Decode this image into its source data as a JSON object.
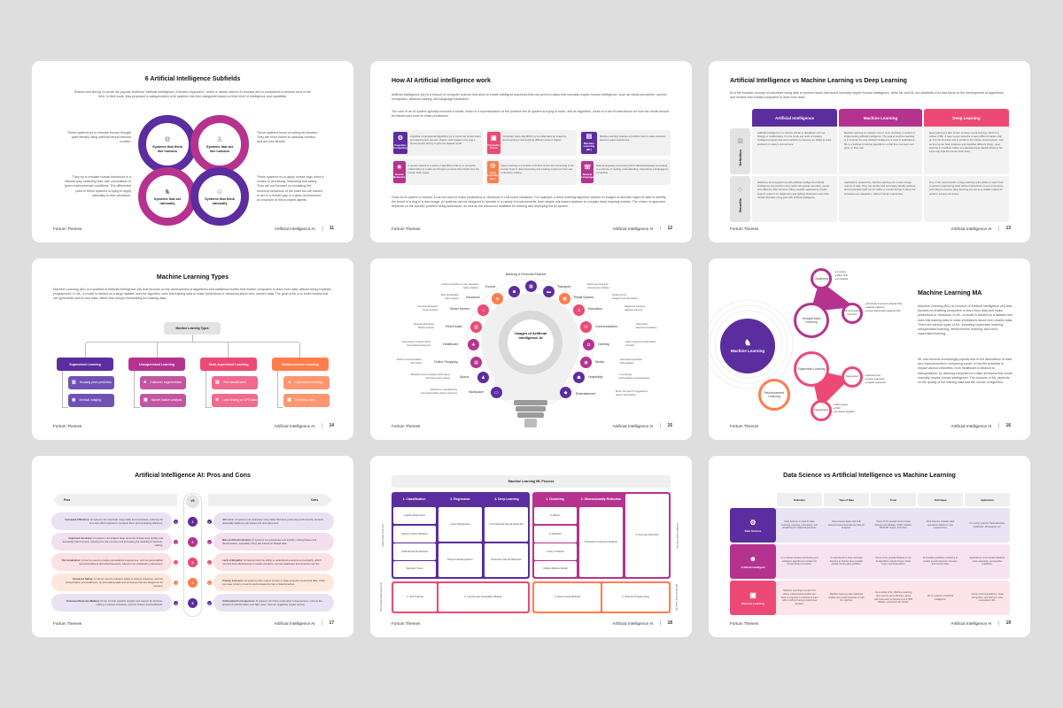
{
  "brand": "Fortum Themes",
  "deck_name": "Artificial Intelligence AI",
  "colors": {
    "purple": "#5b2d9e",
    "magenta": "#b5338f",
    "pink": "#ec4a74",
    "orange": "#ff7d4d",
    "background": "#dedede"
  },
  "slides": [
    {
      "page": "11",
      "title": "6 Artificial Intelligence Subfields",
      "intro": "Russell and Norvig co-wrote the popular textbook \"Artificial Intelligence: A Modern Approach,\" which is widely used in AI courses and is considered a seminal work in the field. In their book, they proposed a categorization of AI systems into four categories based on their level of intelligence and capability:",
      "quadrants": [
        {
          "label": "Systems that think like humans",
          "icon": "brain-icon",
          "desc": "These systems try to emulate human thought quite literally using artificial neural network models."
        },
        {
          "label": "Systems that act like humans",
          "icon": "person-icon",
          "desc": "These systems focus on acting as humans; They are more linked to classical robotics and are less flexible."
        },
        {
          "label": "Systems that act rationally",
          "icon": "robot-walk-icon",
          "desc": "They try to emulate human behaviour in a rational way, obtaining their own conclusions to given environmental conditions. The differential point in these systems is trying to apply rationality to their decisions."
        },
        {
          "label": "Systems that think rationally",
          "icon": "head-gear-icon",
          "desc": "These systems try to apply human logic when it comes to perceiving, reasoning and acting. They are not focused on emulating the neuronal behaviour of the brain but are trained to act in a human way in a given environment. An example of this is expert agents."
        }
      ]
    },
    {
      "page": "12",
      "title": "How AI Artificial intelligence work",
      "para1": "Artificial Intelligence (AI) is a branch of computer science that aims to create intelligent machines that can perform tasks that normally require human intelligence, such as visual perception, speech recognition, decision-making, and language translation.",
      "para2": "The core of an AI system typically involves a model, which is a representation of the problem the AI system is trying to solve, and an algorithm, which is a set of instructions for how the model should be trained and used to make predictions.",
      "items": [
        {
          "label": "Cognitive Computing",
          "desc": "Cognitive computational algorithms try to mimic the human brain by analyzing text, speech, objects, and images in the way a human would, and try to give the desired result."
        },
        {
          "label": "Computer Vision",
          "desc": "Computer vision algorithms try to understand an image by decomposing it and studying different parts of objects."
        },
        {
          "label": "Machine Learning (ML)",
          "desc": "Machine learning teaches a machine how to make decisions based on past experiences."
        },
        {
          "label": "Neural Networks",
          "desc": "A neural network is a series of algorithms that try to recognize relationships in a data set through a process that mimics how the human brain works."
        },
        {
          "label": "Deep Learning (DL)",
          "desc": "Deep Learning is a function of AI that mimics the functioning of the human brain in data processing and creating models for their use in decision making"
        },
        {
          "label": "Natural Language",
          "desc": "Natural language processing (NLP) Natural language processing is a science of reading, understanding, interpreting a language by a machine"
        }
      ],
      "para3": "Once an AI system is trained, it can be used to make predictions or decisions in real-world situations. For example, a deep learning algorithm trained on images of animals might be able to identify the breed of a dog in a new image. AI systems can be designed to operate in a variety of environments, from simple rule-based systems to complex deep learning models. The choice of approach depends on the specific problem being addressed, as well as the resources available for training and deploying the AI system."
    },
    {
      "page": "13",
      "title": "Artificial Intelligence vs Machine Learning vs Deep Learning",
      "intro": "AI is the broader concept of machines being able to perform tasks that would normally require human intelligence, while ML and DL are subfields of AI that focus on the development of algorithms and models that enable computers to learn from data.",
      "columns": [
        "Artificial Intelligence",
        "Machine Learning",
        "Deep Learning"
      ],
      "rows": [
        {
          "label": "Definition",
          "cells": [
            "Artificial Intelligence is a science similar to disciplines such as biology or mathematics. It is the study and work of creating intelligent programmes and machines to improve our ability to solve problems in today's environment.",
            "Machine learning is a subset of AI or more precisely a method of implementing artificial intelligence. The goal of machine learning is to improve the way artificial intelligence is used in applications. ML is a method of training algorithms so that they can learn and grow on their own.",
            "Deep learning is also known as deep neural learning, which is a subset of ML. It uses neural networks to learn different factors that go into the structure and is similar to the human neural system. Just as the human brain analyses and classifies different things, deep learning in machines helps us understand and classify things in the same way that the human brain does."
          ]
        },
        {
          "label": "Benefits",
          "cells": [
            "Machines and programmes with artificial intelligence Artificial intelligence can perform many tasks with greater accuracy, speed and efficiency than humans. Other possible applications include support systems for diagnosing and fighting depression and other mental disorders using pets with artificial intelligence.",
            "Applications powered by machine learning can review a large volume of data. They can quickly and accurately identify patterns and trends that might not be visible to human beings. It allows for instantaneous adaptation, without human intervention.",
            "One of the main benefits of deep learning is the ability to teach how to perform engineering feats without instructions or even prompting. According to experts, deep learning can act as a reliable engine for problem solving and action."
          ]
        }
      ]
    },
    {
      "page": "14",
      "title": "Machine Learning Types",
      "intro": "Machine Learning (ML) is a subfield of Artificial Intelligence (AI) that focuses on the development of algorithms and statistical models that enable computers to learn from data, without being explicitly programmed. In ML, a model is trained on a large dataset, and the algorithm uses this training data to make predictions or decisions about new, unseen data. The goal of ML is to build models that can generalize well to new data, rather than simply memorizing the training data.",
      "root": "Machine Learning Types",
      "types": [
        {
          "label": "Supervised Learning",
          "children": [
            "Housing price prediction",
            "Medical imaging"
          ]
        },
        {
          "label": "Unsupervised Learning",
          "children": [
            "Customer segmentation",
            "Market basket analysis"
          ]
        },
        {
          "label": "Semi-supervised Learning",
          "children": [
            "Text classification",
            "Lane-finding on GPS data"
          ]
        },
        {
          "label": "Reinforcement Learning",
          "children": [
            "Optimised marketing",
            "Driverless cars"
          ]
        }
      ]
    },
    {
      "page": "15",
      "center": "Usages of Artificial Intelligence AI",
      "top": "Banking & Personal Finance",
      "left": [
        {
          "label": "Events",
          "subs": [
            "Facial recognition to scan attendees",
            "Sales chatbots"
          ]
        },
        {
          "label": "Insurance",
          "subs": [
            "Risk identification",
            "Client support"
          ]
        },
        {
          "label": "Smart Homes",
          "subs": [
            "Personal assistants",
            "Home security"
          ]
        },
        {
          "label": "Real Estate",
          "subs": [
            "Targeted advertising",
            "Market analysis"
          ]
        },
        {
          "label": "Healthcare",
          "subs": [
            "Autonomous surgical robots",
            "Personalised treatment"
          ]
        },
        {
          "label": "Online Shopping",
          "subs": [
            "Search recommendation",
            "3D models"
          ]
        },
        {
          "label": "Sports",
          "subs": [
            "Wearable tech to analyse performance",
            "Computer vision referee"
          ]
        },
        {
          "label": "Workplace",
          "subs": [
            "Robotics in manufacturing",
            "Automated safety check in factories"
          ]
        }
      ],
      "right": [
        {
          "label": "Transport",
          "subs": [
            "Reducing travel time",
            "Autonomous vehicles"
          ]
        },
        {
          "label": "Retail Spaces",
          "subs": [
            "Virtual mirrors",
            "Analysis and optimisation"
          ]
        },
        {
          "label": "Education",
          "subs": [
            "Plagiarism checkers",
            "Adaptive learning"
          ]
        },
        {
          "label": "Communication",
          "subs": [
            "Spam filters",
            "Real time translation"
          ]
        },
        {
          "label": "Gaming",
          "subs": [
            "Spam Improved visual quality",
            "AI coach"
          ]
        },
        {
          "label": "Media",
          "subs": [
            "Automated journalism",
            "Data analysis"
          ]
        },
        {
          "label": "Hospitality",
          "subs": [
            "AI concierge",
            "Personalised communications"
          ]
        },
        {
          "label": "Entertainment",
          "subs": [
            "Music, film and TV suggestions",
            "Search optimisation"
          ]
        }
      ]
    },
    {
      "page": "16",
      "title": "Machine Learning MA",
      "para1": "Machine Learning (ML) is a branch of Artificial Intelligence (AI) that focuses on enabling computers to learn from data and make predictions or decisions. In ML, a model is trained on a dataset and uses this training data to make predictions about new, unseen data. There are various types of ML, including supervised learning, unsupervised learning, reinforcement learning, and semi-supervised learning.",
      "para2": "ML has become increasingly popular due to the abundance of data and improvements in computing power. It has the potential to impact various industries, from healthcare to finance to transportation, by allowing computers to make decisions that would normally require human intelligence. The success of ML depends on the quality of the training data and the choice of algorithm.",
      "center": "Machine Learning",
      "unsupervised": "Unsupervised Learning",
      "clustering": "Clustering",
      "clustering_items": [
        "K-means",
        "Mean shift",
        "K-medoids"
      ],
      "dimred": "Dimensionality reduction",
      "dimred_items": [
        "Principal component analysis PCA",
        "Feature selection",
        "Linear discriminant analysis LDA"
      ],
      "supervised": "Supervised Learning",
      "regression": "Regression",
      "regression_items": [
        "Decision tree",
        "Linear regression",
        "Logistic regression"
      ],
      "classification": "Classification",
      "classification_items": [
        "Naive bayes",
        "SVM",
        "K-nearest neighbor"
      ],
      "reinforcement": "Reinforcement Learning"
    },
    {
      "page": "17",
      "title": "Artificial Intelligence AI: Pros and Cons",
      "pros_label": "Pros",
      "cons_label": "Cons",
      "vs": "VS",
      "rows": [
        {
          "n": "1",
          "pro_t": "Increased Efficiency:",
          "pro": "AI systems can automate many tasks and processes, reducing the time and effort required to complete them and increasing efficiency.",
          "con_t": "Job Loss:",
          "con": "AI systems can automate many tasks that were previously performed by humans, potentially leading to job losses and unemployment."
        },
        {
          "n": "2",
          "pro_t": "Improved Accuracy:",
          "pro": "AI systems can analyze large amounts of data more quickly and accurately than humans, reducing the risk of errors and increasing the reliability of decision-making.",
          "con_t": "Bias and Discrimination:",
          "con": "AI systems can perpetuate and amplify existing biases and discrimination, especially if they are trained on biased data."
        },
        {
          "n": "3",
          "pro_t": "Personalization:",
          "pro": "AI can be used to provide personalized experiences, such as personalized recommendations and advertisements, based on an individual's preferences.",
          "con_t": "Lack of Empathy:",
          "con": "AI systems lack the ability to understand emotions and empathy, which can limit their effectiveness in certain domains, such as healthcare and customer service."
        },
        {
          "n": "4",
          "pro_t": "Increased Safety:",
          "pro": "AI can be used to enhance safety in various industries, such as transportation and healthcare, by automating tasks and processes that are dangerous for humans.",
          "con_t": "Privacy Concerns:",
          "con": "AI systems often require access to large amounts of personal data, which can raise privacy concerns and increase the risk of data breaches."
        },
        {
          "n": "5",
          "pro_t": "Enhanced Decision-Making:",
          "pro": "AI can provide valuable insights and support for decision-making in various industries, such as finance and healthcare.",
          "con_t": "Unintended Consequences:",
          "con": "AI systems can have unintended consequences, such as the spread of misinformation and fake news, that can negatively impact society."
        }
      ]
    },
    {
      "page": "18",
      "title": "Machine Learning ML Process",
      "supervised_label": "Supervised Learning",
      "unsupervised_label": "Unsupervised Learning",
      "semi_label": "Semi-supervised Learning",
      "reinforcement_label": "Reinforcement Learning",
      "sup_heads": [
        "1. Classification",
        "2. Regression",
        "3. Deep Learning"
      ],
      "classification": [
        "Logistic Regression",
        "Support Vector Machine",
        "Artificial Neural Network",
        "Decision Trees"
      ],
      "regression": [
        "Linear Regression",
        "Polynomial Regression"
      ],
      "deep": [
        "Convolutional Neural Networks",
        "Recursive Neural Networks"
      ],
      "unsup_heads": [
        "1. Clustering",
        "2. Dimensionality Reduction"
      ],
      "clustering": [
        "K-Means",
        "K-Medoids",
        "Fuzzy C-Means",
        "Hidden Markov Model"
      ],
      "pca": "Principal Component Analysis",
      "anomaly": "3. Anomaly Detection",
      "semi": [
        "1. Self Training",
        "2. Low Density Separation Models"
      ],
      "reinf": [
        "1. Monte Carlo Methods",
        "2. Dinamic Programming"
      ]
    },
    {
      "page": "19",
      "title": "Data Science vs Artificial Intelligence vs Machine Learning",
      "columns": [
        "Definition",
        "Type of Data",
        "Tools",
        "Technique",
        "Application"
      ],
      "rows": [
        {
          "label": "Data Science",
          "cells": [
            "Data Science is used for data sourcing, cleaning, processing, and visualizing for analytical purposes.",
            "Data science deals with both structured and unstructured data for analytics.",
            "Some of the popular tools in Data Science are Tableau, SAS2, Apache, MATLAB, Spark, and more.",
            "Data Science includes data operations based on user requirements.",
            "It is mainly used for fraud detection, healthcare, BI analysis, etc."
          ]
        },
        {
          "label": "Artificial Intelligent",
          "cells": [
            "AI combines iterative processing and intelligent algorithms to imitate the human brain's functions.",
            "AI uses decision trees and logic theories to find the best possible solution to the given problem.",
            "Some of the popular libraries to run AI algorithms include Keras, Scikit-Learn, and TensorFlow.",
            "AI includes predictive modelling to predict events based on previous and current data.",
            "Applications of AI include chatbots, voice assistants, and weather prediction."
          ]
        },
        {
          "label": "Machine Learning",
          "cells": [
            "Machine Learning is a part of AI where mathematical models are used to empower a machine to learn with or without being programmed regularly.",
            "Machine learning uses statistical models and neural networks to train the machine.",
            "As a subset of AI, Machine Learning also use the same libraries, along with tools such as Amazon Lex3, IBM Watson, and Azure ML Studio.",
            "ML is a subset of Artificial Intelligence.",
            "Online recommendations, facial recognition, and NLP are a few examples of ML."
          ]
        }
      ]
    }
  ]
}
